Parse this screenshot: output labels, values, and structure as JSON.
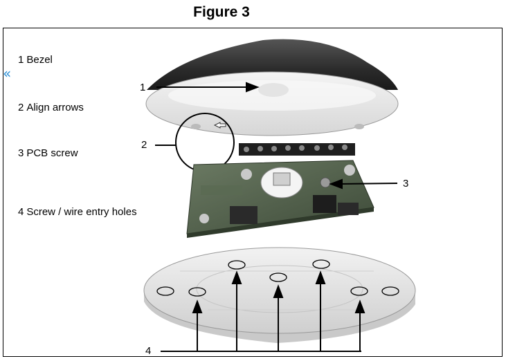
{
  "figure": {
    "title": "Figure 3"
  },
  "legend": [
    {
      "num": "1",
      "label": "Bezel"
    },
    {
      "num": "2",
      "label": "Align arrows"
    },
    {
      "num": "3",
      "label": "PCB screw"
    },
    {
      "num": "4",
      "label": "Screw / wire entry holes"
    }
  ],
  "callouts": {
    "c1": "1",
    "c2": "2",
    "c3": "3",
    "c4": "4"
  },
  "nav": {
    "collapse_glyph": "«"
  },
  "colors": {
    "bezel_dark": "#2b2b2b",
    "pcb_green": "#4a5a44",
    "base_plate": "#e8e8e8",
    "nav_accent": "#2a8fd6"
  }
}
